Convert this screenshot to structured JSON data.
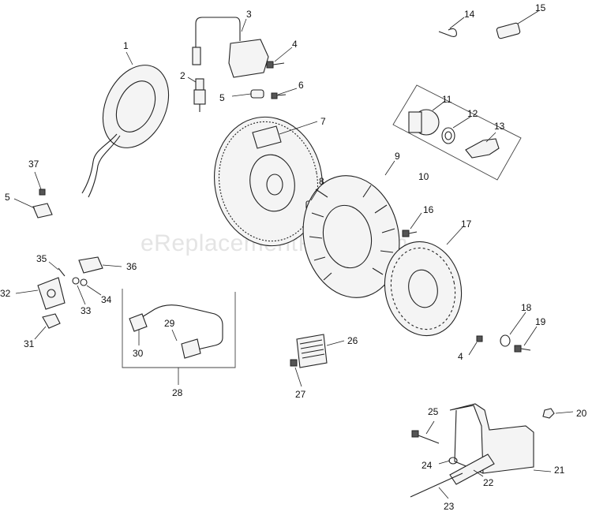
{
  "watermark": "eReplacementParts.com",
  "callouts": {
    "c1": "1",
    "c2": "2",
    "c3": "3",
    "c4a": "4",
    "c5a": "5",
    "c6": "6",
    "c7": "7",
    "c8": "8",
    "c9": "9",
    "c10": "10",
    "c11": "11",
    "c12": "12",
    "c13": "13",
    "c14": "14",
    "c15": "15",
    "c16": "16",
    "c17": "17",
    "c18": "18",
    "c19": "19",
    "c4b": "4",
    "c20": "20",
    "c21": "21",
    "c22": "22",
    "c23": "23",
    "c24": "24",
    "c25": "25",
    "c26": "26",
    "c27": "27",
    "c28": "28",
    "c29": "29",
    "c30": "30",
    "c31": "31",
    "c32": "32",
    "c33": "33",
    "c34": "34",
    "c35": "35",
    "c36": "36",
    "c37": "37",
    "c5b": "5"
  }
}
